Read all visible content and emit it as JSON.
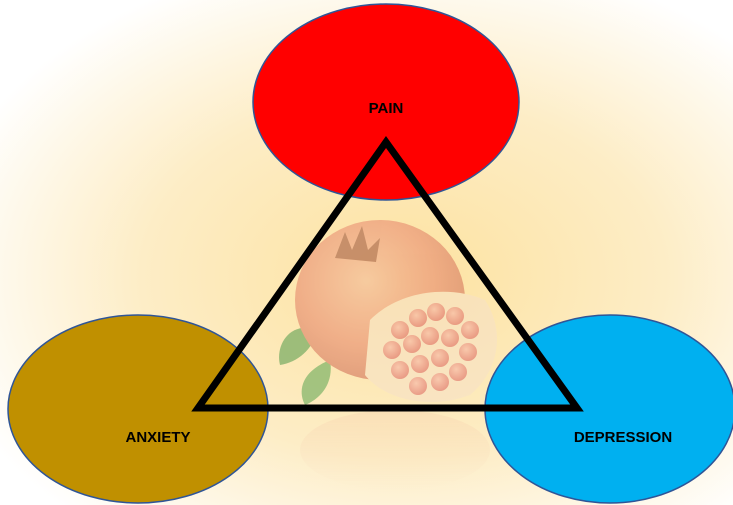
{
  "nodes": {
    "pain": {
      "label": "PAIN",
      "color": "#ff0000"
    },
    "anxiety": {
      "label": "ANXIETY",
      "color": "#c09000"
    },
    "depression": {
      "label": "DEPRESSION",
      "color": "#00b0f0"
    }
  },
  "connector": {
    "shape": "triangle",
    "color": "#000000"
  },
  "background": {
    "glow_color": "#fde6a8",
    "image": "pomegranate-illustration"
  },
  "ellipse_border_color": "#2f5597"
}
